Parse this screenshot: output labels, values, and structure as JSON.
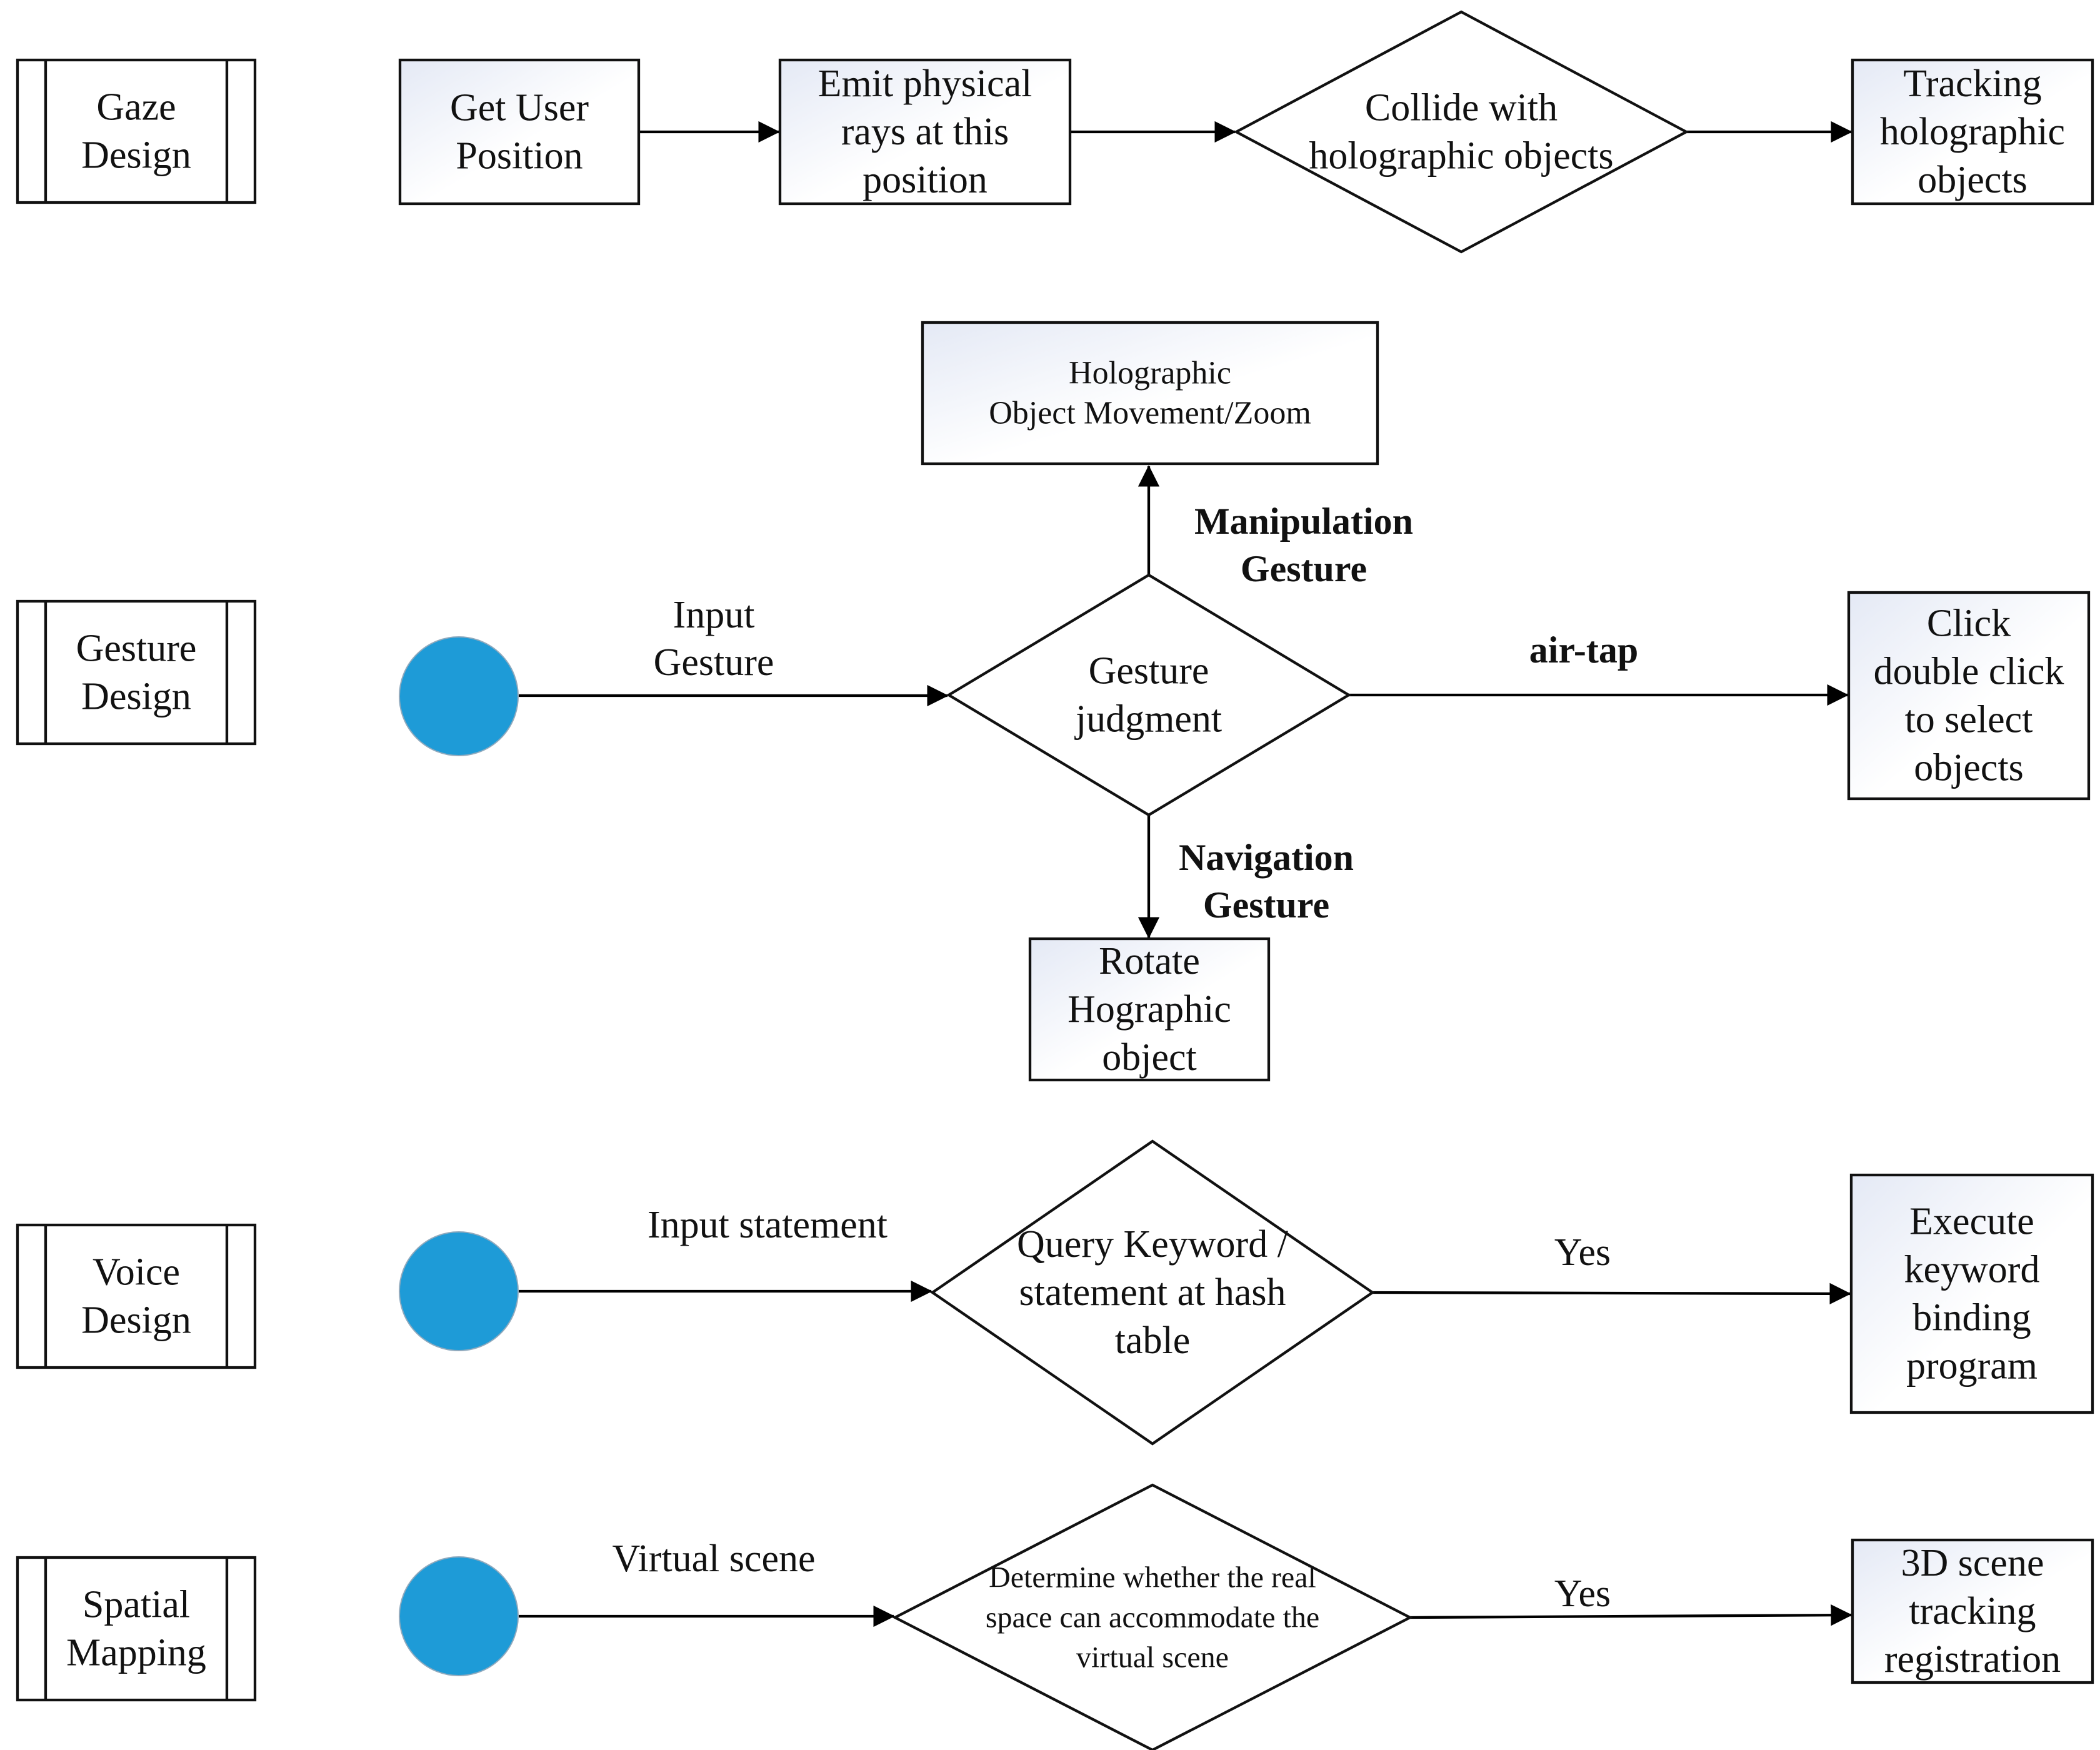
{
  "lanes": [
    {
      "id": "gaze",
      "label": [
        "Gaze",
        "Design"
      ]
    },
    {
      "id": "gesture",
      "label": [
        "Gesture",
        "Design"
      ]
    },
    {
      "id": "voice",
      "label": [
        "Voice",
        "Design"
      ]
    },
    {
      "id": "spatial",
      "label": [
        "Spatial",
        "Mapping"
      ]
    }
  ],
  "nodes": [
    {
      "id": "get-user-position",
      "type": "process",
      "lines": [
        "Get User",
        "Position"
      ]
    },
    {
      "id": "emit-rays",
      "type": "process",
      "lines": [
        "Emit physical",
        "rays at this",
        "position"
      ]
    },
    {
      "id": "collide",
      "type": "decision",
      "lines": [
        "Collide with",
        "holographic objects"
      ]
    },
    {
      "id": "tracking",
      "type": "process",
      "lines": [
        "Tracking",
        "holographic",
        "objects"
      ]
    },
    {
      "id": "gesture-start",
      "type": "start",
      "lines": []
    },
    {
      "id": "gesture-judgment",
      "type": "decision",
      "lines": [
        "Gesture",
        "judgment"
      ]
    },
    {
      "id": "movement-zoom",
      "type": "process",
      "lines": [
        "Holographic",
        "Object Movement/Zoom"
      ]
    },
    {
      "id": "click-select",
      "type": "process",
      "lines": [
        "Click",
        "double click",
        "to select",
        "objects"
      ]
    },
    {
      "id": "rotate",
      "type": "process",
      "lines": [
        "Rotate",
        "Hographic",
        "object"
      ]
    },
    {
      "id": "voice-start",
      "type": "start",
      "lines": []
    },
    {
      "id": "query-keyword",
      "type": "decision",
      "lines": [
        "Query Keyword /",
        "statement at hash",
        "table"
      ]
    },
    {
      "id": "execute-keyword",
      "type": "process",
      "lines": [
        "Execute",
        "keyword",
        "binding",
        "program"
      ]
    },
    {
      "id": "spatial-start",
      "type": "start",
      "lines": []
    },
    {
      "id": "determine-space",
      "type": "decision",
      "lines": [
        "Determine whether the real",
        "space can accommodate the",
        "virtual scene"
      ]
    },
    {
      "id": "scene-tracking",
      "type": "process",
      "lines": [
        "3D scene",
        "tracking",
        "registration"
      ]
    }
  ],
  "edges": [
    {
      "id": "e1",
      "from": "get-user-position",
      "to": "emit-rays",
      "label": []
    },
    {
      "id": "e2",
      "from": "emit-rays",
      "to": "collide",
      "label": []
    },
    {
      "id": "e3",
      "from": "collide",
      "to": "tracking",
      "label": []
    },
    {
      "id": "e4",
      "from": "gesture-start",
      "to": "gesture-judgment",
      "label": [
        "Input",
        "Gesture"
      ]
    },
    {
      "id": "e5",
      "from": "gesture-judgment",
      "to": "movement-zoom",
      "label": [
        "Manipulation",
        "Gesture"
      ]
    },
    {
      "id": "e6",
      "from": "gesture-judgment",
      "to": "click-select",
      "label": [
        "air-tap"
      ]
    },
    {
      "id": "e7",
      "from": "gesture-judgment",
      "to": "rotate",
      "label": [
        "Navigation",
        "Gesture"
      ]
    },
    {
      "id": "e8",
      "from": "voice-start",
      "to": "query-keyword",
      "label": [
        "Input statement"
      ]
    },
    {
      "id": "e9",
      "from": "query-keyword",
      "to": "execute-keyword",
      "label": [
        "Yes"
      ]
    },
    {
      "id": "e10",
      "from": "spatial-start",
      "to": "determine-space",
      "label": [
        "Virtual scene"
      ]
    },
    {
      "id": "e11",
      "from": "determine-space",
      "to": "scene-tracking",
      "label": [
        "Yes"
      ]
    }
  ],
  "colors": {
    "start_fill": "#1e9bd7",
    "box_gradient_from": "#e4e9f5",
    "box_gradient_to": "#ffffff",
    "stroke": "#111111"
  }
}
